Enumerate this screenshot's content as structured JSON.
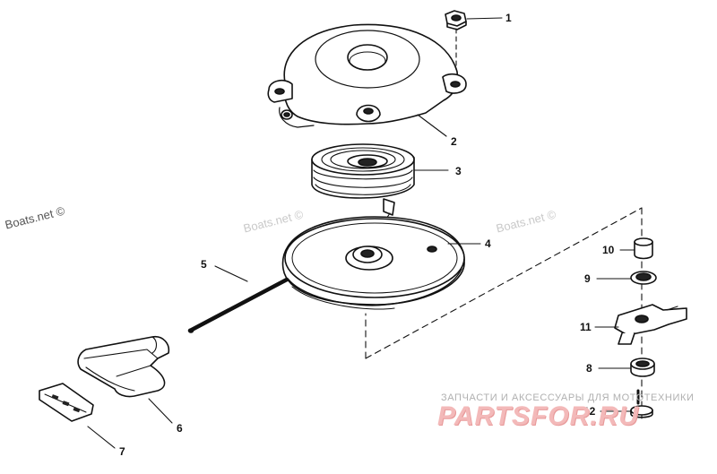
{
  "callouts": {
    "p1": "1",
    "p2": "2",
    "p3": "3",
    "p4": "4",
    "p5": "5",
    "p6": "6",
    "p7": "7",
    "p8": "8",
    "p9": "9",
    "p10": "10",
    "p11": "11",
    "p12": "12"
  },
  "watermarks": {
    "left": "Boats.net ©",
    "center": "Boats.net ©",
    "right": "Boats.net ©"
  },
  "branding": {
    "caption": "ЗАПЧАСТИ И АКСЕССУАРЫ ДЛЯ МОТОТЕХНИКИ",
    "logo": "PARTSFOR.RU"
  },
  "colors": {
    "line": "#111111",
    "watermark": "#c9c9c9",
    "logo": "#f3b9b9"
  }
}
